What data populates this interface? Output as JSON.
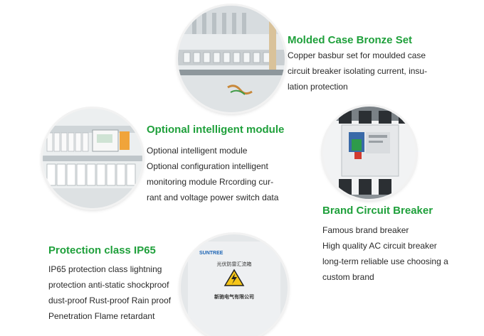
{
  "features": [
    {
      "title": "Molded Case Bronze Set",
      "lines": [
        "Copper basbur set for moulded case",
        "circuit breaker isolating current, insu-",
        "lation protection"
      ],
      "image_icon": "copper-busbar-photo"
    },
    {
      "title": "Optional intelligent module",
      "lines": [
        "Optional intelligent module",
        "Optional configuration intelligent",
        "monitoring module Rrcording cur-",
        "rant and voltage power switch data"
      ],
      "image_icon": "intelligent-module-photo"
    },
    {
      "title": "Brand Circuit Breaker",
      "lines": [
        "Famous brand breaker",
        "High quality AC circuit breaker",
        "long-term reliable use choosing a",
        "custom brand"
      ],
      "image_icon": "circuit-breaker-photo"
    },
    {
      "title": "Protection class IP65",
      "lines": [
        "IP65 protection class lightning",
        "protection anti-static shockproof",
        "dust-proof Rust-proof Rain proof",
        "Penetration Flame retardant"
      ],
      "image_icon": "ip65-enclosure-photo",
      "enclosure_brand": "SUNTREE",
      "enclosure_label_top": "光伏防雷汇流箱",
      "enclosure_label_bottom": "新驰电气有限公司"
    }
  ],
  "colors": {
    "title_green": "#1fa03b",
    "text": "#2a2a2a",
    "breaker_green": "#2e9b4a",
    "copper": "#c8883a"
  }
}
